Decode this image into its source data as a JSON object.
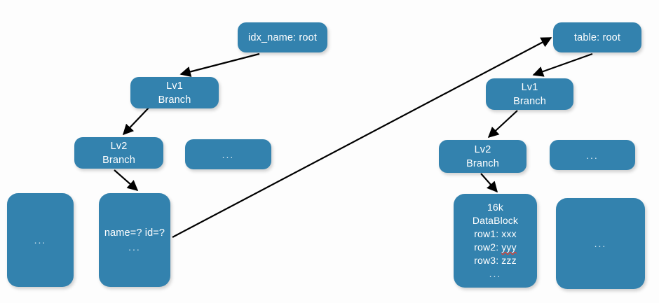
{
  "diagram": {
    "title": "Index tree and table tree with pointer from index leaf to table root",
    "background_color": "#fdfdfd",
    "node_color": "#3382AE",
    "node_text_color": "#ffffff",
    "edge_color": "#000000"
  },
  "index_tree": {
    "root": {
      "label": "idx_name: root"
    },
    "lv1": {
      "line1": "Lv1",
      "line2": "Branch"
    },
    "lv2": {
      "line1": "Lv2",
      "line2": "Branch"
    },
    "lv2_sibling": {
      "label": "..."
    },
    "leaf_sibling": {
      "label": "..."
    },
    "leaf": {
      "line1": "name=? id=?",
      "line2": "..."
    }
  },
  "table_tree": {
    "root": {
      "label": "table: root"
    },
    "lv1": {
      "line1": "Lv1",
      "line2": "Branch"
    },
    "lv2": {
      "line1": "Lv2",
      "line2": "Branch"
    },
    "lv2_sibling": {
      "label": "..."
    },
    "datablock": {
      "line1": "16k",
      "line2": "DataBlock",
      "line3": "row1: xxx",
      "line4_prefix": "row2: ",
      "line4_misspelled": "yyy",
      "line5": "row3: zzz",
      "line6": "..."
    },
    "leaf_sibling": {
      "label": "..."
    }
  },
  "edges": [
    {
      "name": "idx-root-to-lv1",
      "from": "idx_name: root",
      "to": "Lv1 Branch (index)"
    },
    {
      "name": "idx-lv1-to-lv2",
      "from": "Lv1 Branch (index)",
      "to": "Lv2 Branch (index)"
    },
    {
      "name": "idx-lv2-to-leaf",
      "from": "Lv2 Branch (index)",
      "to": "name=? id=? leaf"
    },
    {
      "name": "idx-leaf-to-table-root",
      "from": "name=? id=? leaf",
      "to": "table: root"
    },
    {
      "name": "table-root-to-lv1",
      "from": "table: root",
      "to": "Lv1 Branch (table)"
    },
    {
      "name": "table-lv1-to-lv2",
      "from": "Lv1 Branch (table)",
      "to": "Lv2 Branch (table)"
    },
    {
      "name": "table-lv2-to-datablock",
      "from": "Lv2 Branch (table)",
      "to": "16k DataBlock"
    }
  ]
}
